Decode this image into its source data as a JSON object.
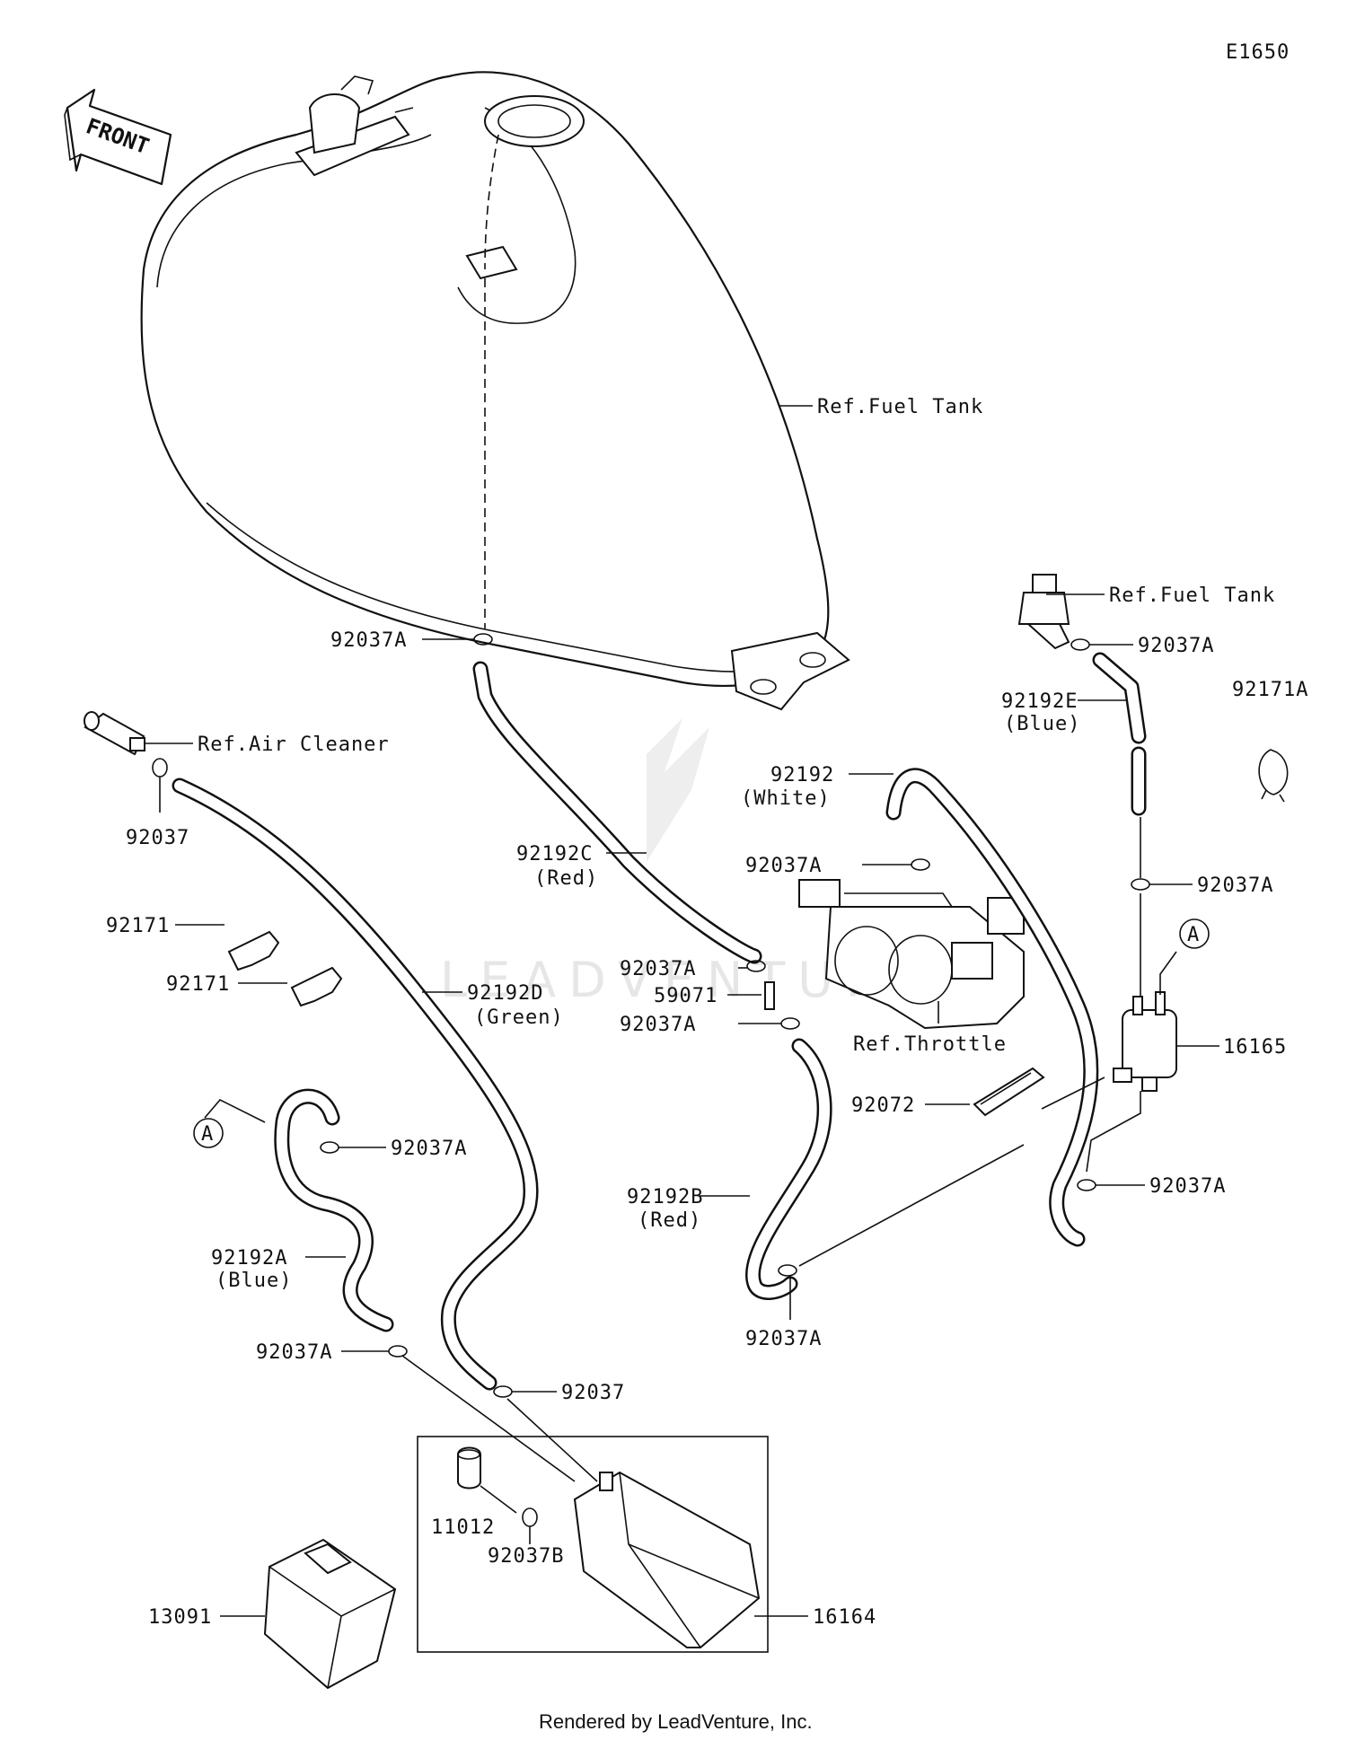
{
  "diagram_id": "E1650",
  "front_arrow": "FRONT",
  "footer": "Rendered by LeadVenture, Inc.",
  "watermark": "LEADVENTURE",
  "callouts": {
    "ref_fuel_tank_1": "Ref.Fuel Tank",
    "ref_fuel_tank_2": "Ref.Fuel Tank",
    "ref_air_cleaner": "Ref.Air Cleaner",
    "ref_throttle": "Ref.Throttle",
    "c_92037A_tank": "92037A",
    "c_92037A_fuel_tank2": "92037A",
    "c_92192E": "92192E",
    "c_92192E_color": "(Blue)",
    "c_92171A": "92171A",
    "c_92037": "92037",
    "c_92192C": "92192C",
    "c_92192C_color": "(Red)",
    "c_92192": "92192",
    "c_92192_color": "(White)",
    "c_92037A_throttle": "92037A",
    "c_92037A_right": "92037A",
    "c_92171_a": "92171",
    "c_92171_b": "92171",
    "c_92037A_mid1": "92037A",
    "c_59071": "59071",
    "c_92037A_mid2": "92037A",
    "c_92192D": "92192D",
    "c_92192D_color": "(Green)",
    "c_A_right": "A",
    "c_16165": "16165",
    "c_92072": "92072",
    "c_A_left": "A",
    "c_92037A_left": "92037A",
    "c_92037A_lower_right": "92037A",
    "c_92192B": "92192B",
    "c_92192B_color": "(Red)",
    "c_92192A": "92192A",
    "c_92192A_color": "(Blue)",
    "c_92037A_bottom": "92037A",
    "c_92037A_canister_left": "92037A",
    "c_92037_canister": "92037",
    "c_11012": "11012",
    "c_92037B": "92037B",
    "c_13091": "13091",
    "c_16164": "16164"
  }
}
